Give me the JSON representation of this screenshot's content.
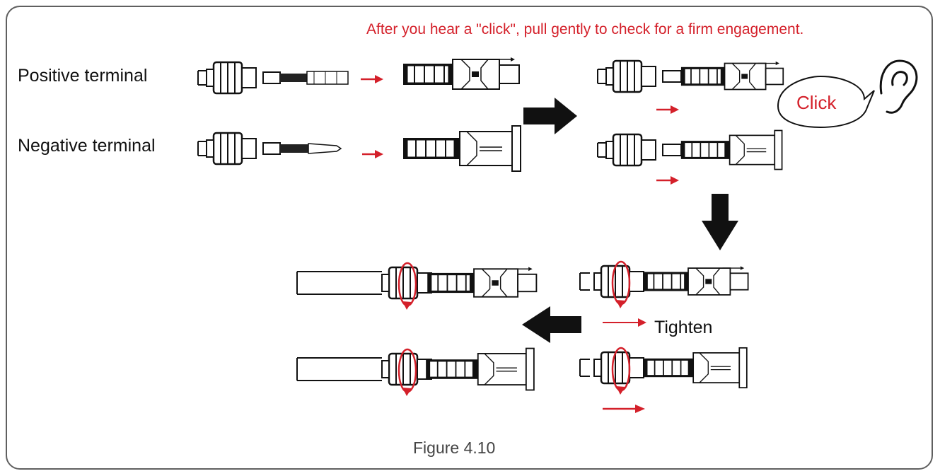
{
  "notice": "After you hear a \"click\", pull gently to check for a firm engagement.",
  "labels": {
    "positive_terminal": "Positive terminal",
    "negative_terminal": "Negative terminal",
    "click": "Click",
    "tighten": "Tighten"
  },
  "caption": "Figure 4.10",
  "colors": {
    "accent_red": "#d4202a",
    "line": "#111111",
    "frame": "#5f5f5f"
  },
  "icons": [
    "ear-icon",
    "speech-bubble",
    "push-arrow-icon",
    "rotation-arrow-icon",
    "step-arrow-icon"
  ]
}
